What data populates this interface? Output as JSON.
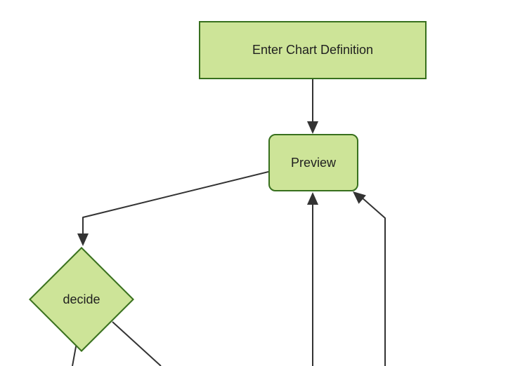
{
  "diagram": {
    "type": "flowchart",
    "direction": "top-down",
    "theme": {
      "node_fill": "#cde498",
      "node_border": "#38701e",
      "edge_color": "#333333",
      "text_color": "#1f1f1f",
      "background": "#ffffff"
    },
    "nodes": [
      {
        "id": "enter-chart-definition",
        "label": "Enter Chart Definition",
        "shape": "rectangle"
      },
      {
        "id": "preview",
        "label": "Preview",
        "shape": "rounded-rectangle"
      },
      {
        "id": "decide",
        "label": "decide",
        "shape": "diamond"
      }
    ],
    "edges": [
      {
        "from": "enter-chart-definition",
        "to": "preview",
        "arrow": "filled-triangle"
      },
      {
        "from": "preview",
        "to": "decide",
        "arrow": "filled-triangle"
      },
      {
        "from": "offscreen-bottom-center",
        "to": "preview",
        "arrow": "filled-triangle"
      },
      {
        "from": "offscreen-bottom-right",
        "to": "preview",
        "arrow": "filled-triangle"
      },
      {
        "from": "decide",
        "to": "offscreen-bottom-left",
        "arrow": "none-visible"
      },
      {
        "from": "decide",
        "to": "offscreen-bottom-right",
        "arrow": "none-visible"
      }
    ]
  }
}
